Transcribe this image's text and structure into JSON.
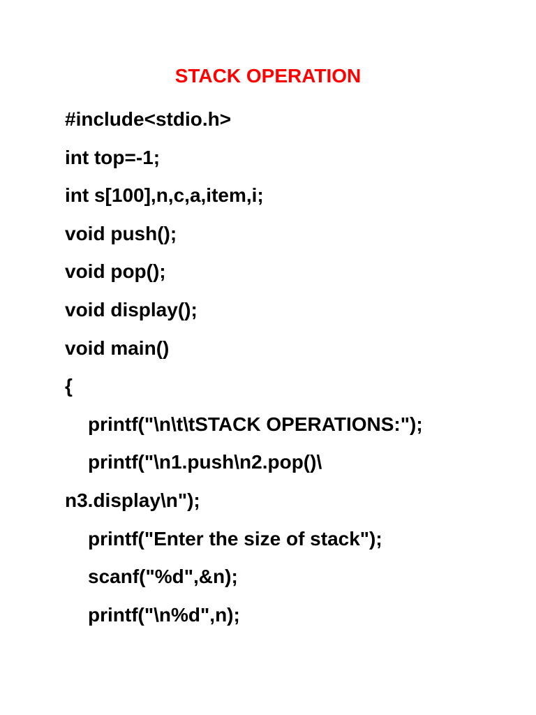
{
  "document": {
    "title": "STACK OPERATION",
    "title_color": "#ff0000",
    "lines": [
      "#include<stdio.h>",
      "int top=-1;",
      "int s[100],n,c,a,item,i;",
      "void push();",
      "void pop();",
      "void display();",
      "void main()",
      "{",
      "printf(\"\\n\\t\\tSTACK OPERATIONS:\");",
      "printf(\"\\n1.push\\n2.pop()\\",
      "n3.display\\n\");",
      "printf(\"Enter the size of stack\");",
      "scanf(\"%d\",&n);",
      "printf(\"\\n%d\",n);"
    ]
  }
}
